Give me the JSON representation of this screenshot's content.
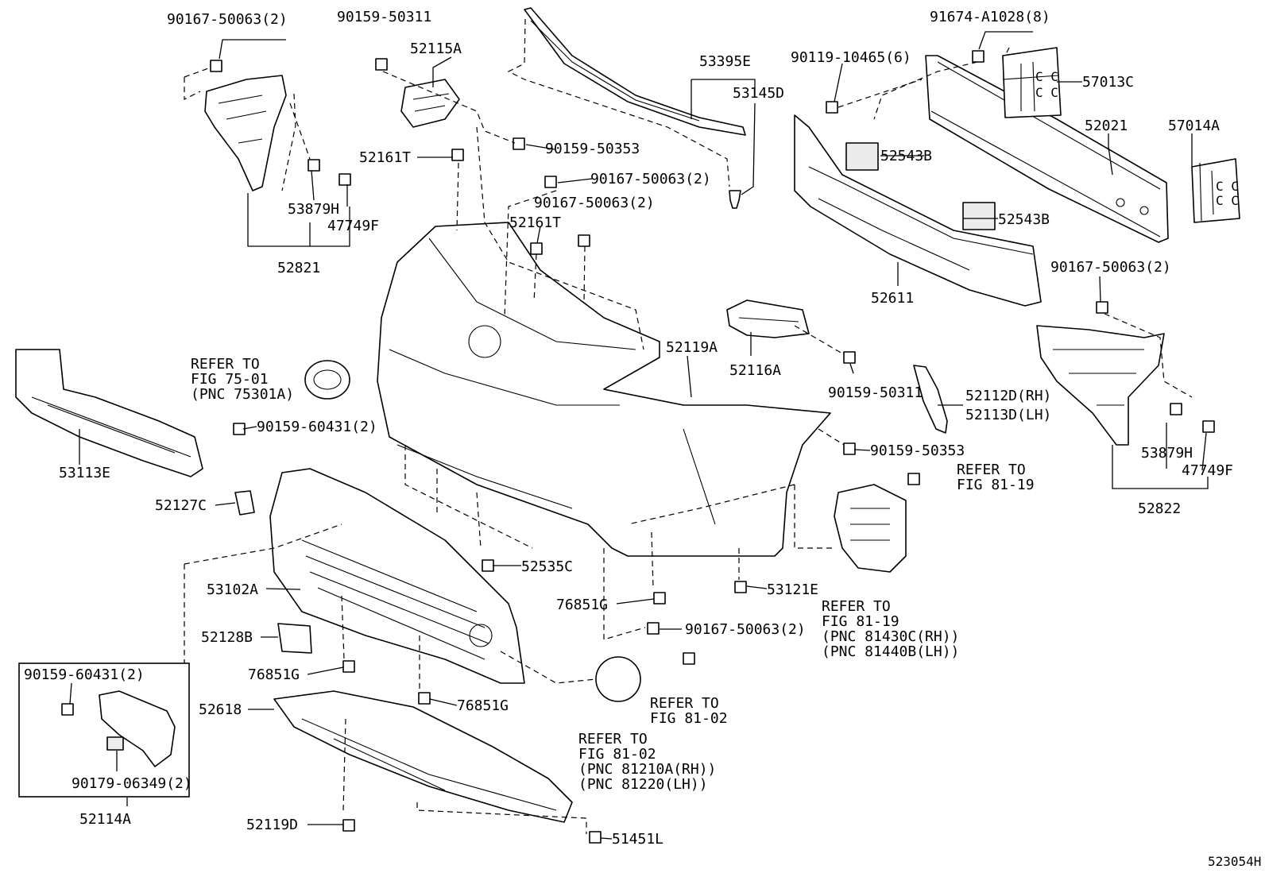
{
  "diagram_code": "523054H",
  "labels": [
    {
      "id": "p90167-50063-2a",
      "text": "90167-50063(2)"
    },
    {
      "id": "p90159-50311a",
      "text": "90159-50311"
    },
    {
      "id": "p52115A",
      "text": "52115A"
    },
    {
      "id": "p91674-A1028",
      "text": "91674-A1028(8)"
    },
    {
      "id": "p53395E",
      "text": "53395E"
    },
    {
      "id": "p90119-10465",
      "text": "90119-10465(6)"
    },
    {
      "id": "p57013C",
      "text": "57013C"
    },
    {
      "id": "p53145D",
      "text": "53145D"
    },
    {
      "id": "p90159-50353a",
      "text": "90159-50353"
    },
    {
      "id": "p52021",
      "text": "52021"
    },
    {
      "id": "p57014A",
      "text": "57014A"
    },
    {
      "id": "p52161Ta",
      "text": "52161T"
    },
    {
      "id": "p90167-50063-2b",
      "text": "90167-50063(2)"
    },
    {
      "id": "p52543Ba",
      "text": "52543B"
    },
    {
      "id": "p53879Ha",
      "text": "53879H"
    },
    {
      "id": "p90167-50063-2c",
      "text": "90167-50063(2)"
    },
    {
      "id": "p47749Fa",
      "text": "47749F"
    },
    {
      "id": "p52161Tb",
      "text": "52161T"
    },
    {
      "id": "p52543Bb",
      "text": "52543B"
    },
    {
      "id": "p52821",
      "text": "52821"
    },
    {
      "id": "p90167-50063-2d",
      "text": "90167-50063(2)"
    },
    {
      "id": "p52611",
      "text": "52611"
    },
    {
      "id": "p52119A",
      "text": "52119A"
    },
    {
      "id": "p52116A",
      "text": "52116A"
    },
    {
      "id": "p90159-50311b",
      "text": "90159-50311"
    },
    {
      "id": "p52112D",
      "text": "52112D(RH)"
    },
    {
      "id": "p52113D",
      "text": "52113D(LH)"
    },
    {
      "id": "p90159-60431a",
      "text": "90159-60431(2)"
    },
    {
      "id": "p53113E",
      "text": "53113E"
    },
    {
      "id": "p90159-50353b",
      "text": "90159-50353"
    },
    {
      "id": "p53879Hb",
      "text": "53879H"
    },
    {
      "id": "p47749Fb",
      "text": "47749F"
    },
    {
      "id": "p52822",
      "text": "52822"
    },
    {
      "id": "p52127C",
      "text": "52127C"
    },
    {
      "id": "p52535C",
      "text": "52535C"
    },
    {
      "id": "p53102A",
      "text": "53102A"
    },
    {
      "id": "p76851Ga",
      "text": "76851G"
    },
    {
      "id": "p53121E",
      "text": "53121E"
    },
    {
      "id": "p52128B",
      "text": "52128B"
    },
    {
      "id": "p90167-50063-2e",
      "text": "90167-50063(2)"
    },
    {
      "id": "p90159-60431b",
      "text": "90159-60431(2)"
    },
    {
      "id": "p76851Gb",
      "text": "76851G"
    },
    {
      "id": "p52618",
      "text": "52618"
    },
    {
      "id": "p76851Gc",
      "text": "76851G"
    },
    {
      "id": "p90179-06349",
      "text": "90179-06349(2)"
    },
    {
      "id": "p52114A",
      "text": "52114A"
    },
    {
      "id": "p52119D",
      "text": "52119D"
    },
    {
      "id": "p51451L",
      "text": "51451L"
    }
  ],
  "references": [
    {
      "id": "ref-75-01",
      "lines": [
        "REFER TO",
        "FIG 75-01",
        "(PNC 75301A)"
      ]
    },
    {
      "id": "ref-81-19a",
      "lines": [
        "REFER TO",
        "FIG 81-19"
      ]
    },
    {
      "id": "ref-81-19b",
      "lines": [
        "REFER TO",
        "FIG 81-19",
        "(PNC 81430C(RH))",
        "(PNC 81440B(LH))"
      ]
    },
    {
      "id": "ref-81-02a",
      "lines": [
        "REFER TO",
        "FIG 81-02"
      ]
    },
    {
      "id": "ref-81-02b",
      "lines": [
        "REFER TO",
        "FIG 81-02",
        "(PNC 81210A(RH))",
        "(PNC 81220(LH))"
      ]
    }
  ]
}
